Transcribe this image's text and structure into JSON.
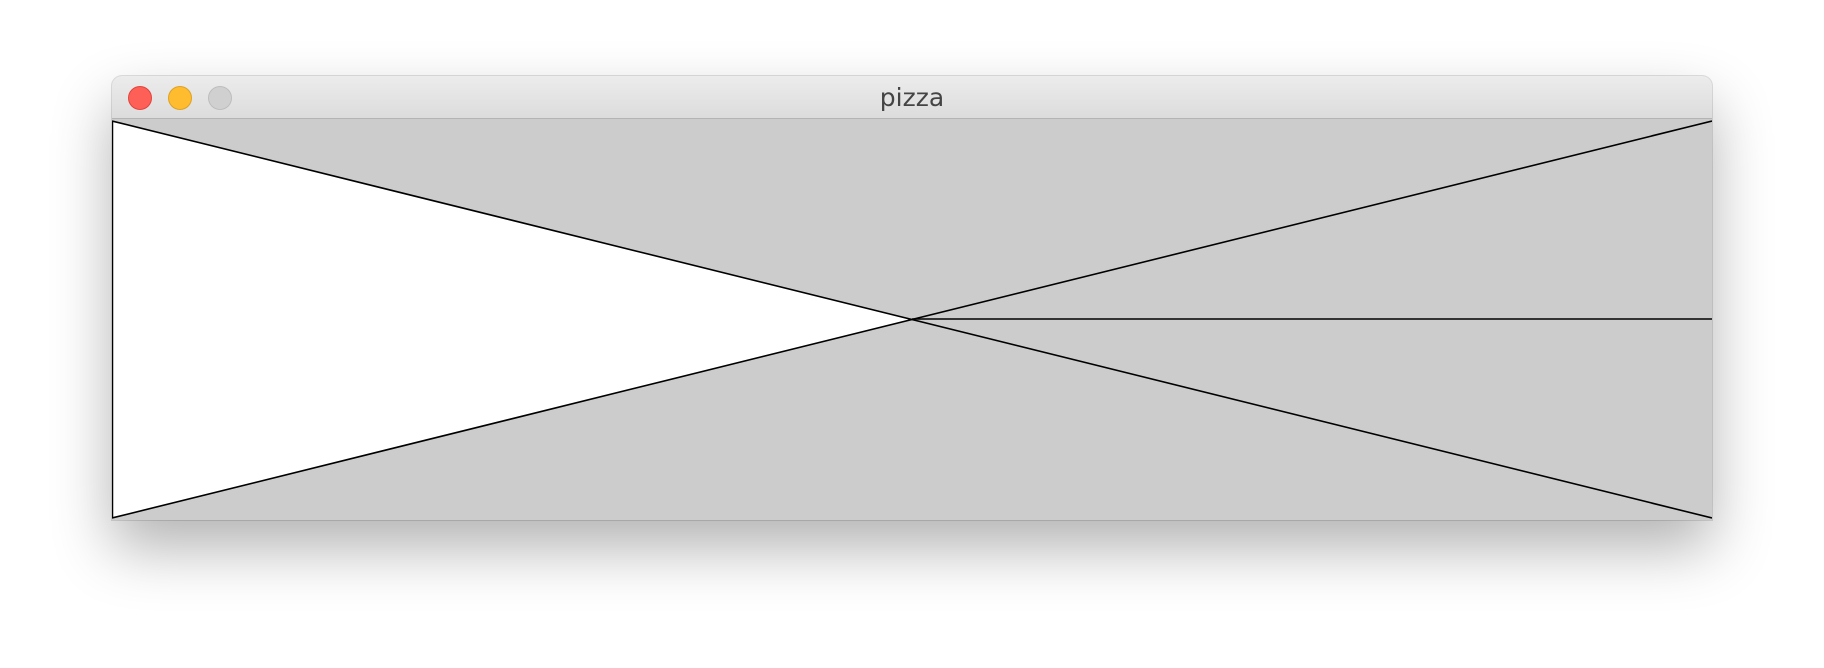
{
  "window": {
    "title": "pizza",
    "controls": {
      "close": "close-button",
      "minimize": "minimize-button",
      "zoom": "zoom-button"
    }
  },
  "canvas": {
    "background_color": "#cccccc",
    "slice_fill_color": "#ffffff",
    "line_color": "#000000"
  }
}
